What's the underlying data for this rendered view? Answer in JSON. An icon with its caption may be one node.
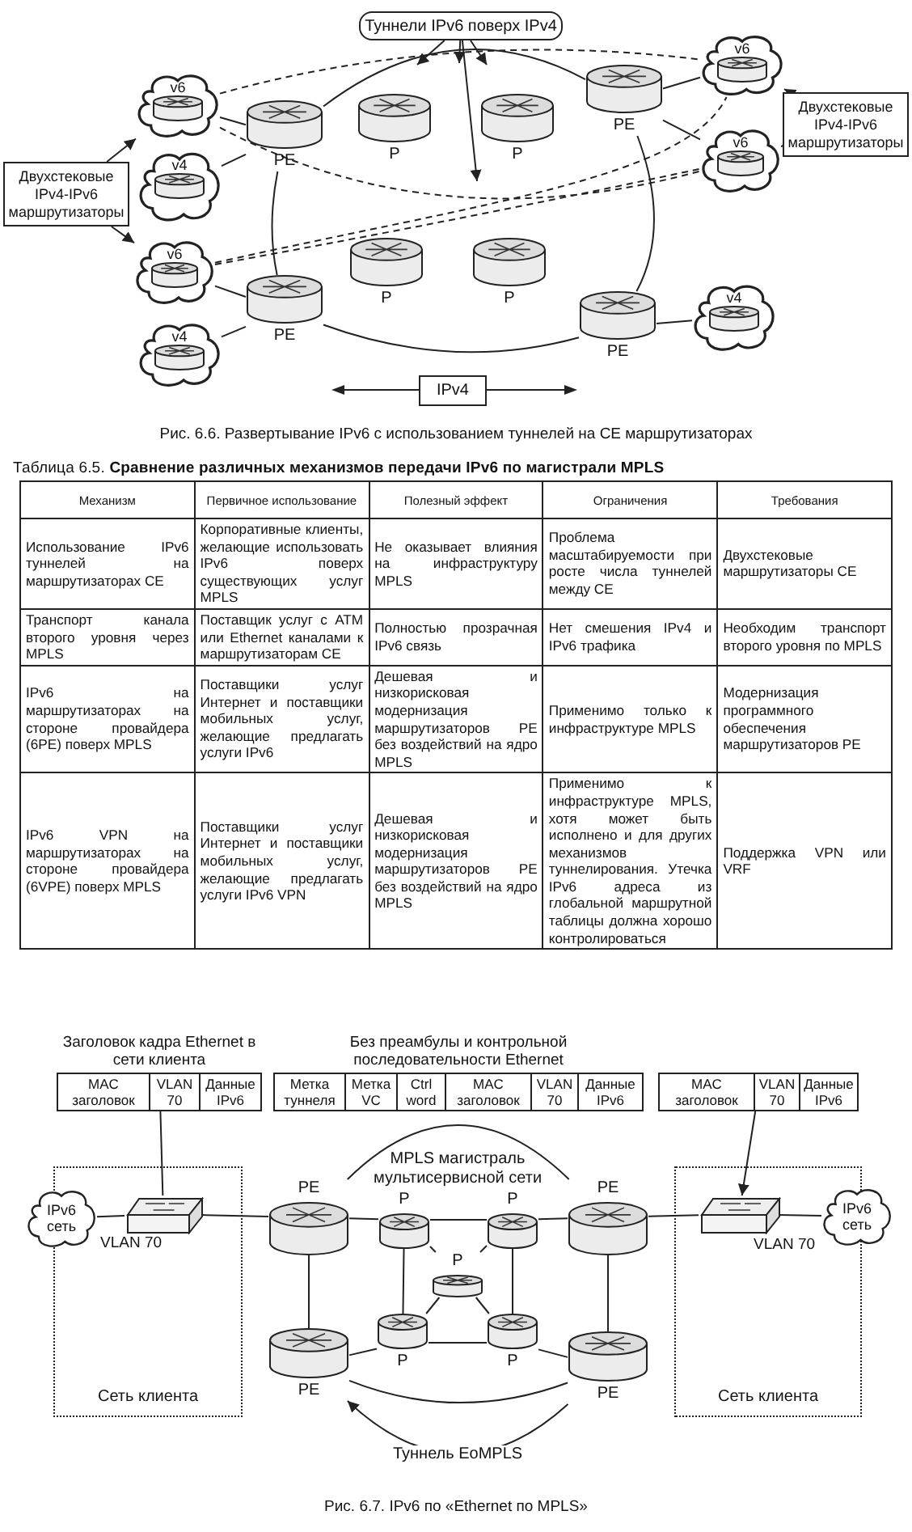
{
  "diagram": {
    "nodes": [
      {
        "text": [
          "Туннели IPv6 поверх IPv4"
        ]
      },
      {
        "text": [
          "Двухстековые IPv4-IPv6 маршрутизаторы"
        ]
      },
      {
        "text": [
          "Двухстековые IPv4-IPv6 маршрутизаторы"
        ]
      },
      {
        "text": [
          "v6"
        ]
      },
      {
        "text": [
          "v4"
        ]
      },
      {
        "text": [
          "v6"
        ]
      },
      {
        "text": [
          "v4"
        ]
      },
      {
        "text": [
          "v6"
        ]
      },
      {
        "text": [
          "v6"
        ]
      },
      {
        "text": [
          "v4"
        ]
      },
      {
        "text": [
          "PE"
        ]
      },
      {
        "text": [
          "PE"
        ]
      },
      {
        "text": [
          "PE"
        ]
      },
      {
        "text": [
          "PE"
        ]
      },
      {
        "text": [
          "P"
        ]
      },
      {
        "text": [
          "P"
        ]
      },
      {
        "text": [
          "P"
        ]
      },
      {
        "text": [
          "P"
        ]
      },
      {
        "text": [
          "IPv4"
        ]
      },
      {
        "text": [
          "Заголовок кадра Ethernet в сети клиента",
          "MAC заголовок",
          "VLAN 70",
          "Данные IPv6"
        ]
      },
      {
        "text": [
          "Без преамбулы и контрольной последовательности Ethernet",
          "Метка туннеля",
          "Метка VC",
          "Ctrl word",
          "MAC заголовок",
          "VLAN 70",
          "Данные IPv6"
        ]
      },
      {
        "text": [
          "MAC заголовок",
          "VLAN 70",
          "Данные IPv6"
        ]
      },
      {
        "text": [
          "Сеть клиента"
        ]
      },
      {
        "text": [
          "IPv6 сеть"
        ]
      },
      {
        "text": [],
        "shape": "box",
        "in": 22,
        "beside": [
          "VLAN 70"
        ]
      },
      {
        "text": [
          "Сеть клиента"
        ]
      },
      {
        "text": [],
        "shape": "box",
        "in": 25,
        "beside": [
          "VLAN 70"
        ]
      },
      {
        "text": [
          "IPv6 сеть"
        ]
      },
      {
        "text": [
          "PE"
        ]
      },
      {
        "text": [
          "P"
        ]
      },
      {
        "text": [
          "P"
        ]
      },
      {
        "text": [
          "PE"
        ]
      },
      {
        "text": [
          "P"
        ]
      },
      {
        "text": [
          "PE"
        ]
      },
      {
        "text": [
          "P"
        ]
      },
      {
        "text": [
          "P"
        ]
      },
      {
        "text": [
          "PE"
        ]
      }
    ],
    "edges": [
      {
        "from": 0,
        "to": null,
        "arrow": "to"
      },
      {
        "from": 0,
        "to": null,
        "arrow": "to"
      },
      {
        "from": 0,
        "to": null,
        "arrow": "to"
      },
      {
        "from": 0,
        "to": null,
        "arrow": "to"
      },
      {
        "from": 1,
        "to": 3,
        "arrow": "to"
      },
      {
        "from": 1,
        "to": 5,
        "arrow": "to"
      },
      {
        "from": 2,
        "to": 7,
        "arrow": "to"
      },
      {
        "from": 2,
        "to": 8,
        "arrow": "to"
      },
      {
        "from": 3,
        "to": 10,
        "arrow": "none"
      },
      {
        "from": 4,
        "to": 10,
        "arrow": "none"
      },
      {
        "from": 5,
        "to": 11,
        "arrow": "none"
      },
      {
        "from": 6,
        "to": 11,
        "arrow": "none"
      },
      {
        "from": 7,
        "to": 12,
        "arrow": "none"
      },
      {
        "from": 8,
        "to": 12,
        "arrow": "none"
      },
      {
        "from": 9,
        "to": 13,
        "arrow": "none"
      },
      {
        "from": 10,
        "to": 12,
        "arrow": "none"
      },
      {
        "from": 10,
        "to": 11,
        "arrow": "none"
      },
      {
        "from": 11,
        "to": 13,
        "arrow": "none"
      },
      {
        "from": 12,
        "to": 13,
        "arrow": "none"
      },
      {
        "from": 3,
        "to": 7,
        "arrow": "none",
        "style": "dashed"
      },
      {
        "from": 3,
        "to": 8,
        "arrow": "none",
        "style": "dashed"
      },
      {
        "from": 5,
        "to": 7,
        "arrow": "none",
        "style": "dashed"
      },
      {
        "from": 5,
        "to": 8,
        "arrow": "none",
        "style": "dashed"
      },
      {
        "from": 23,
        "to": 24,
        "arrow": "none"
      },
      {
        "from": 24,
        "to": 28,
        "arrow": "none"
      },
      {
        "from": 28,
        "to": 29,
        "arrow": "none"
      },
      {
        "from": 29,
        "to": 30,
        "arrow": "none"
      },
      {
        "from": 30,
        "to": 31,
        "arrow": "none"
      },
      {
        "from": 31,
        "to": 26,
        "arrow": "none"
      },
      {
        "from": 26,
        "to": 27,
        "arrow": "none"
      },
      {
        "from": 28,
        "to": 31,
        "arrow": "none"
      },
      {
        "from": 28,
        "to": 33,
        "arrow": "none"
      },
      {
        "from": 31,
        "to": 36,
        "arrow": "none"
      },
      {
        "from": 29,
        "to": 34,
        "arrow": "none"
      },
      {
        "from": 30,
        "to": 35,
        "arrow": "none"
      },
      {
        "from": 29,
        "to": 32,
        "arrow": "none"
      },
      {
        "from": 30,
        "to": 32,
        "arrow": "none"
      },
      {
        "from": 32,
        "to": 34,
        "arrow": "none"
      },
      {
        "from": 32,
        "to": 35,
        "arrow": "none"
      },
      {
        "from": 34,
        "to": 35,
        "arrow": "none"
      },
      {
        "from": 33,
        "to": 34,
        "arrow": "none"
      },
      {
        "from": 35,
        "to": 36,
        "arrow": "none"
      },
      {
        "from": 33,
        "to": 36,
        "arrow": "none"
      },
      {
        "from": 36,
        "to": 33,
        "arrow": "to",
        "label": "Туннель EoMPLS"
      },
      {
        "from": 19,
        "to": 24,
        "arrow": "none"
      },
      {
        "from": 21,
        "to": 26,
        "arrow": "to"
      }
    ],
    "labels": [
      "Рис. 6.6. Развертывание IPv6 с использованием туннелей на CE маршрутизаторах",
      "Таблица 6.5. **Сравнение различных механизмов передачи IPv6 по магистрали MPLS**",
      "Механизм",
      "Первичное использование",
      "Полезный эффект",
      "Ограничения",
      "Требования",
      "Использование IPv6 туннелей на маршрутизаторах CE",
      "Корпоративные клиенты, желающие использовать IPv6 поверх существующих услуг MPLS",
      "Не оказывает влияния на инфраструктуру MPLS",
      "Проблема масштабируемости при росте числа туннелей между CE",
      "Двухстековые маршрутизаторы CE",
      "Транспорт канала второго уровня через MPLS",
      "Поставщик услуг с ATM или Ethernet каналами к маршрутизаторам CE",
      "Полностью прозрачная IPv6 связь",
      "Нет смешения IPv4 и IPv6 трафика",
      "Необходим транспорт второго уровня по MPLS",
      "IPv6 на маршрутизаторах на стороне провайдера (6PE) поверх MPLS",
      "Поставщики услуг Интернет и поставщики мобильных услуг, желающие предлагать услуги IPv6",
      "Дешевая и низкорисковая модернизация маршрутизаторов PE без воздействий на ядро MPLS",
      "Применимо только к инфраструктуре MPLS",
      "Модернизация программного обеспечения маршрутизаторов PE",
      "IPv6 VPN на маршрутизаторах на стороне провайдера (6VPE) поверх MPLS",
      "Поставщики услуг Интернет и поставщики мобильных услуг, желающие предлагать услуги IPv6 VPN",
      "Дешевая и низкорисковая модернизация маршрутизаторов PE без воздействий на ядро MPLS",
      "Применимо к инфраструктуре MPLS, хотя может быть исполнено и для других механизмов туннелирования. Утечка IPv6 адреса из глобальной маршрутной таблицы должна хорошо контролироваться",
      "Поддержка VPN или VRF",
      "MPLS магистраль мультисервисной сети",
      "Рис. 6.7. IPv6 по «Ethernet по MPLS»"
    ]
  }
}
